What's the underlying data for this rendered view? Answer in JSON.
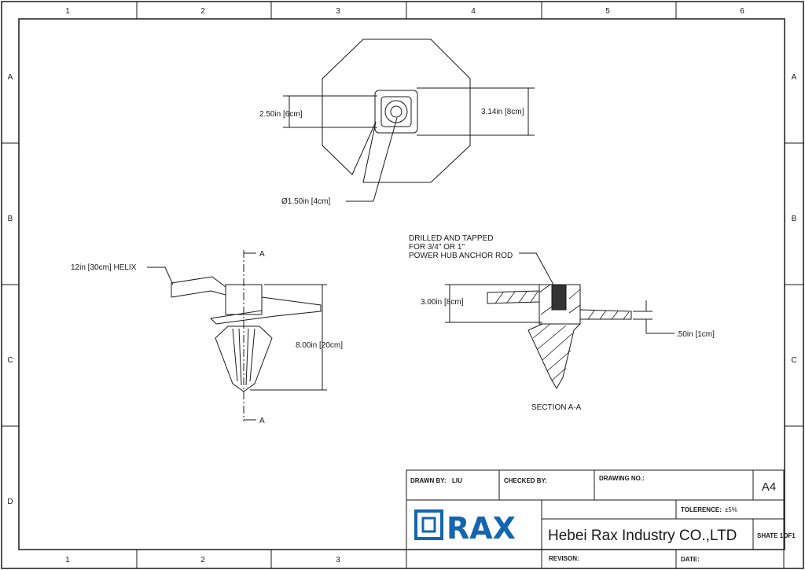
{
  "border": {
    "columns": [
      "1",
      "2",
      "3",
      "4",
      "5",
      "6"
    ],
    "columns_bottom": [
      "1",
      "2",
      "3"
    ],
    "rows": [
      "A",
      "B",
      "C",
      "D"
    ]
  },
  "top_view": {
    "dim_height_left": "2.50in [6cm]",
    "dim_height_right": "3.14in [8cm]",
    "dim_diameter": "Ø1.50in [4cm]"
  },
  "front_view": {
    "helix_label": "12in [30cm] HELIX",
    "section_marker": "A",
    "dim_height": "8.00in [20cm]"
  },
  "section_view": {
    "note_lines": [
      "DRILLED AND TAPPED",
      "FOR 3/4\" OR 1\"",
      "POWER HUB ANCHOR ROD"
    ],
    "dim_height": "3.00in [8cm]",
    "dim_thickness": ".50in [1cm]",
    "title": "SECTION A-A"
  },
  "title_block": {
    "drawn_by_label": "DRAWN BY:",
    "drawn_by_value": "LIU",
    "checked_by_label": "CHECKED BY:",
    "drawing_no_label": "DRAWING NO.:",
    "size": "A4",
    "tolerance_label": "TOLERENCE:",
    "tolerance_value": "±5%",
    "logo_text": "RAX",
    "company": "Hebei Rax Industry CO.,LTD",
    "sheet": "SHATE 1OF1",
    "revision_label": "REVISON:",
    "date_label": "DATE:"
  },
  "colors": {
    "ink": "#1a1a1a",
    "brand_blue": "#1565b0"
  }
}
